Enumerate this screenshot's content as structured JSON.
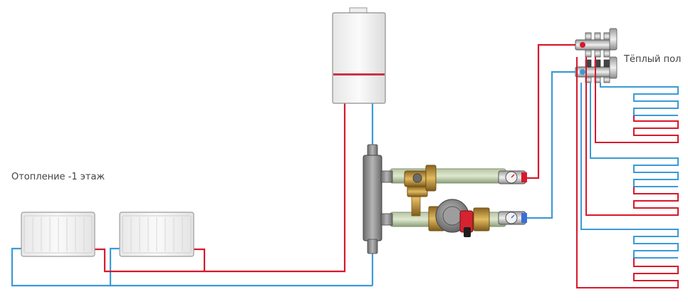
{
  "labels": {
    "heating_floor1": "Отопление -1 этаж",
    "underfloor": "Тёплый пол"
  },
  "colors": {
    "supply_pipe": "#d7192d",
    "return_pipe": "#3a9bd8",
    "boiler_body": "#f3f3f3",
    "boiler_stripe": "#cc3344",
    "radiator_body": "#f5f5f5",
    "pump_body": "#8a8a8a",
    "brass": "#c79a3a",
    "manifold_green": "#9fb28a",
    "hydro_separator": "#8f8f8f"
  },
  "components": {
    "boiler": "wall-mounted gas boiler",
    "radiators": [
      "radiator",
      "radiator"
    ],
    "hydro_separator": "hydraulic separator",
    "pump_group": "mixing pump group with three-way valve",
    "manifold": "underfloor heating manifold",
    "floor_loops": [
      "loop",
      "loop",
      "loop"
    ]
  }
}
